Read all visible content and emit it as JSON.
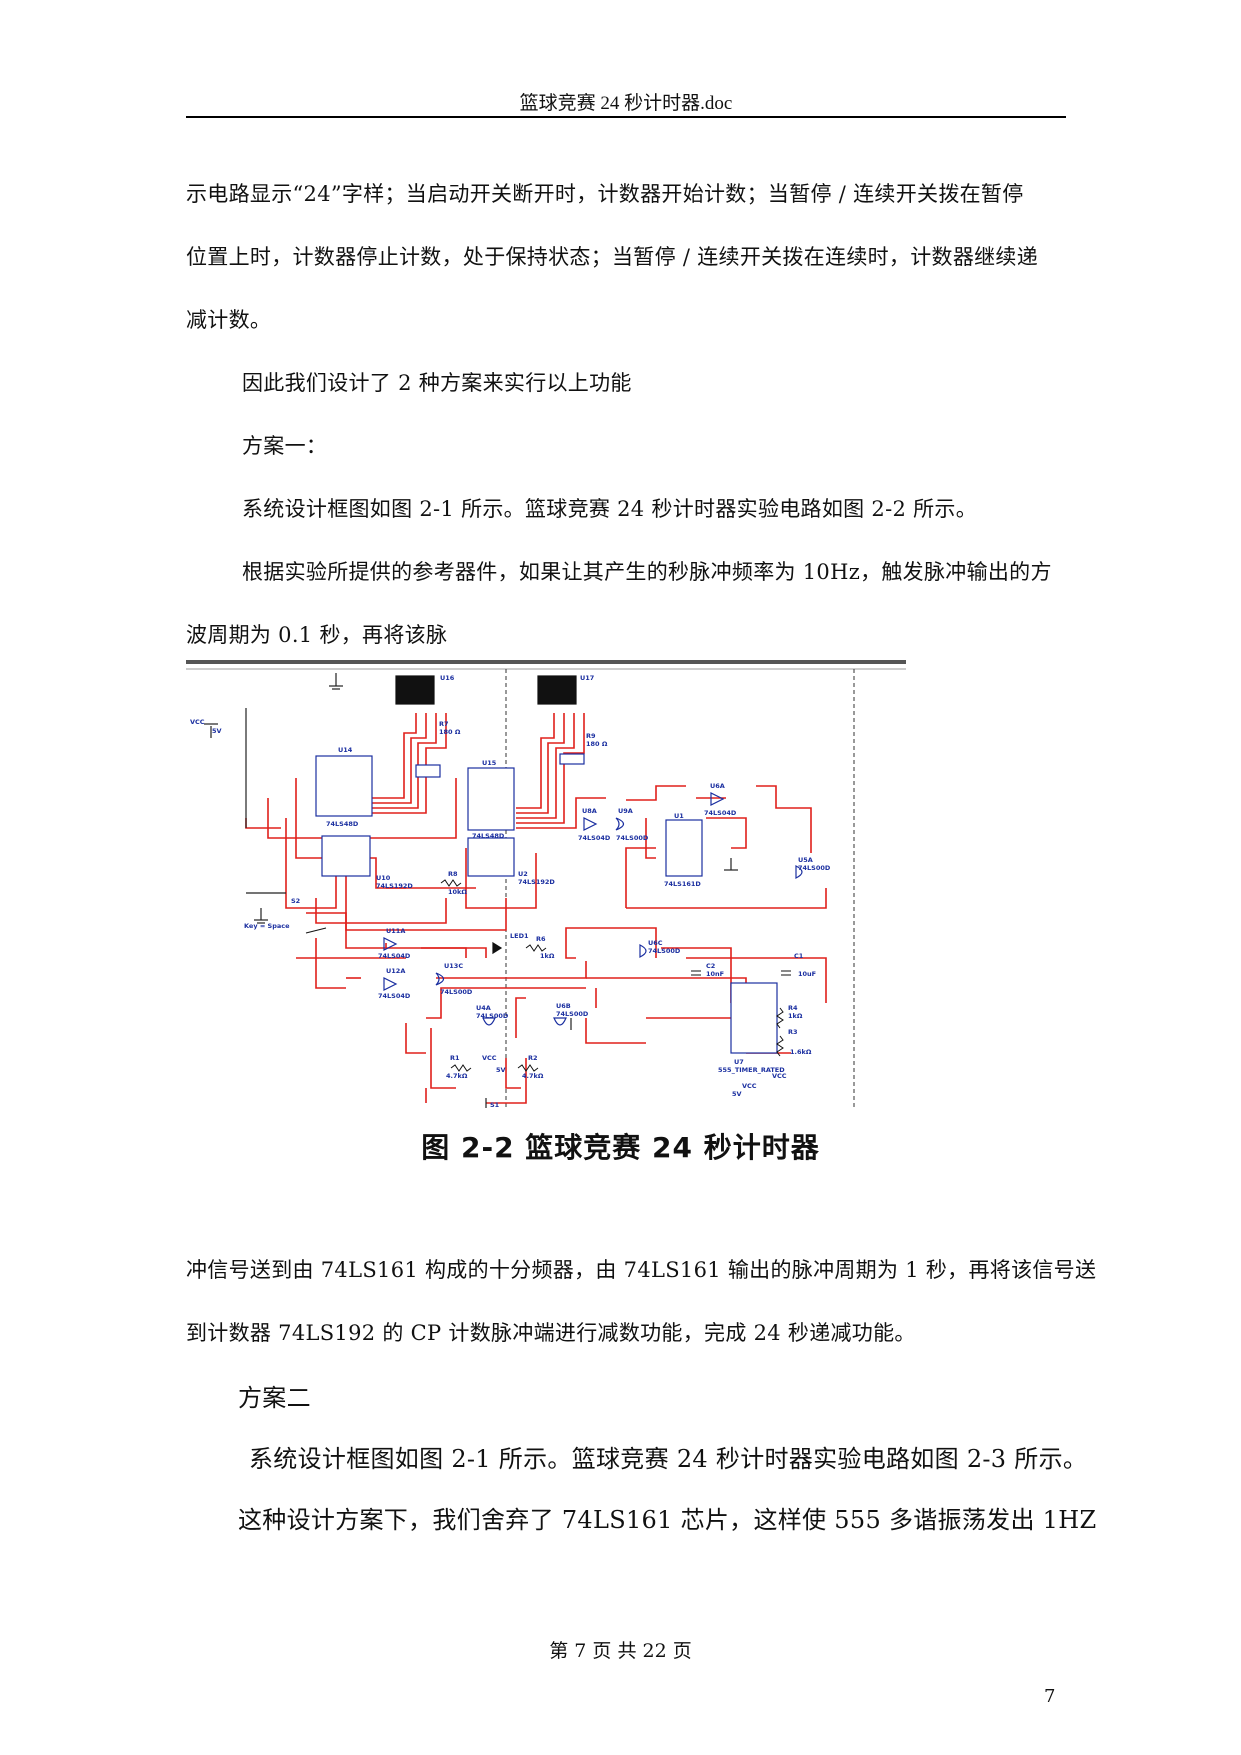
{
  "header": {
    "title": "篮球竞赛 24 秒计时器.doc"
  },
  "paragraphs": [
    "示电路显示“24”字样；当启动开关断开时，计数器开始计数；当暂停 / 连续开关拨在暂停",
    "位置上时，计数器停止计数，处于保持状态；当暂停 / 连续开关拨在连续时，计数器继续递",
    "减计数。",
    "因此我们设计了 2 种方案来实行以上功能",
    "方案一：",
    "系统设计框图如图 2-1 所示。篮球竞赛 24 秒计时器实验电路如图 2-2 所示。",
    "根据实验所提供的参考器件，如果让其产生的秒脉冲频率为 10Hz，触发脉冲输出的方",
    "波周期为 0.1 秒，再将该脉"
  ],
  "figure": {
    "caption": "图 2-2  篮球竞赛 24 秒计时器",
    "labels": {
      "u16": "U16",
      "u17": "U17",
      "vcc_left": "VCC",
      "v5_left": "5V",
      "r7": "R7",
      "r7_val": "180 Ω",
      "r9": "R9",
      "r9_val": "180 Ω",
      "u14": "U14",
      "u14_type": "74LS48D",
      "u15": "U15",
      "u15_type": "74LS48D",
      "u10": "U10",
      "u10_type": "74LS192D",
      "u2": "U2",
      "u2_type": "74LS192D",
      "u8a": "U8A",
      "u8a_type": "74LS04D",
      "u9a": "U9A",
      "u9a_type": "74LS00D",
      "u6a": "U6A",
      "u6a_type": "74LS04D",
      "u1": "U1",
      "u1_type": "74LS161D",
      "u5a": "U5A",
      "u5a_type": "74LS00D",
      "s2": "S2",
      "key_space": "Key = Space",
      "u11a": "U11A",
      "u11a_type": "74LS04D",
      "u12a": "U12A",
      "u12a_type": "74LS04D",
      "u13c": "U13C",
      "u13c_type": "74LS00D",
      "led1": "LED1",
      "r6": "R6",
      "r6_val": "1kΩ",
      "r8": "R8",
      "r8_val": "10kΩ",
      "u6c": "U6C",
      "u6c_type": "74LS00D",
      "u4a": "U4A",
      "u4a_type": "74LS00D",
      "u6b": "U6B",
      "u6b_type": "74LS00D",
      "c2": "C2",
      "c2_val": "10nF",
      "c1": "C1",
      "c1_val": "10uF",
      "r4": "R4",
      "r4_val": "1kΩ",
      "r3": "R3",
      "r3_val": "1.6kΩ",
      "u7": "U7",
      "u7_type": "555_TIMER_RATED",
      "vcc_555": "VCC",
      "v5_555": "5V",
      "r1": "R1",
      "r1_val": "4.7kΩ",
      "r2": "R2",
      "r2_val": "4.7kΩ",
      "vcc_bot": "VCC",
      "v5_bot": "5V",
      "s1": "S1"
    }
  },
  "paragraphs_after": [
    "冲信号送到由 74LS161 构成的十分频器，由 74LS161 输出的脉冲周期为 1 秒，再将该信号送",
    "到计数器 74LS192 的 CP 计数脉冲端进行减数功能，完成 24 秒递减功能。"
  ],
  "paragraphs_big": [
    "方案二",
    "系统设计框图如图 2-1 所示。篮球竞赛 24 秒计时器实验电路如图 2-3 所示。",
    "这种设计方案下，我们舍弃了 74LS161 芯片，这样使 555 多谐振荡发出 1HZ"
  ],
  "footer": {
    "text": "第  7  页  共  22  页"
  },
  "page_number": "7"
}
